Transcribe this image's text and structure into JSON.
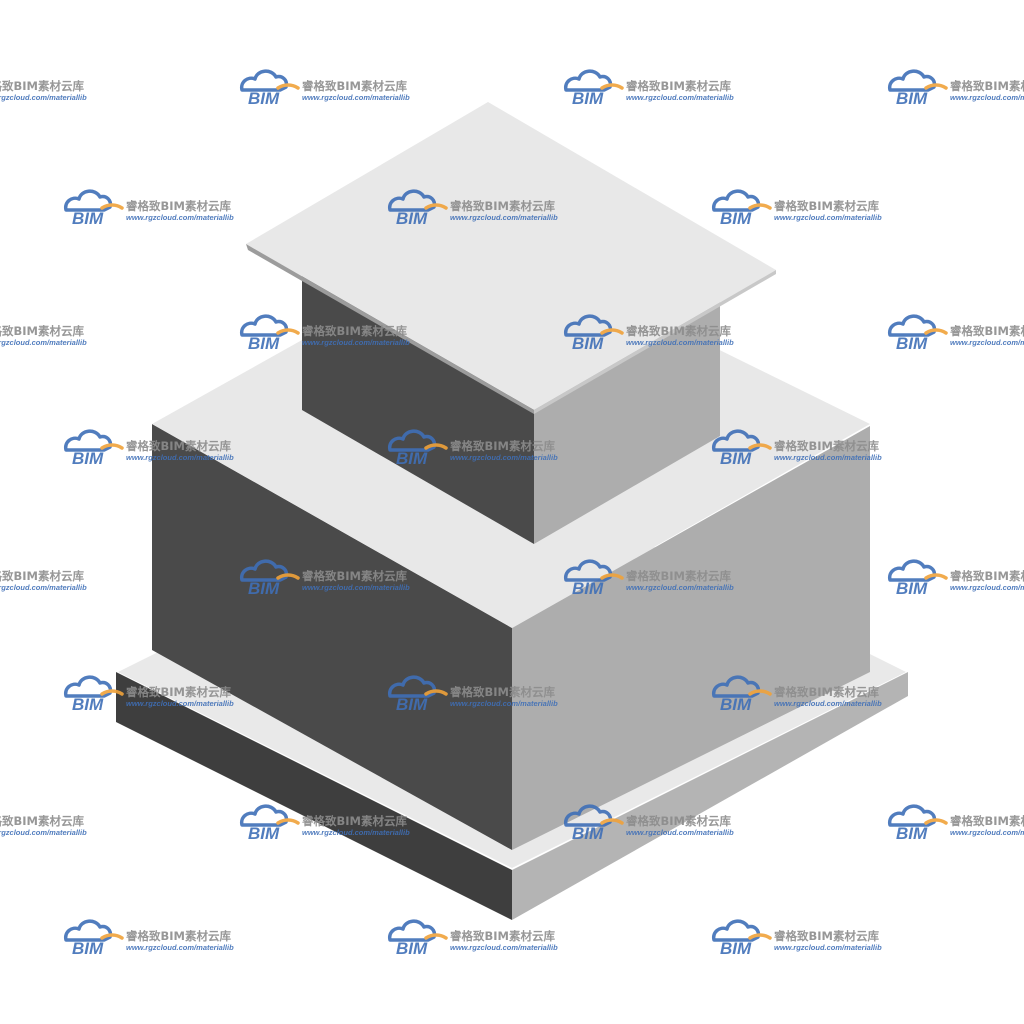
{
  "colors": {
    "background": "#ffffff",
    "top_face": "#e8e8e8",
    "left_face": "#4a4a4a",
    "right_face": "#adadad",
    "base_left": "#3e3e3e",
    "base_right": "#b4b4b4",
    "base_top": "#e9e9e9",
    "watermark_cloud": "#3f6fb7",
    "watermark_orange": "#f0a23a",
    "watermark_text": "#8c8c8c"
  },
  "object": {
    "name": "stepped-box-structure",
    "tiers": [
      "base-slab",
      "middle-block",
      "top-block-with-cap"
    ]
  },
  "watermark": {
    "logo_text": "BIM",
    "title": "睿格致BIM素材云库",
    "url": "www.rgzcloud.com/materiallib",
    "icon": "cloud-logo-icon"
  }
}
